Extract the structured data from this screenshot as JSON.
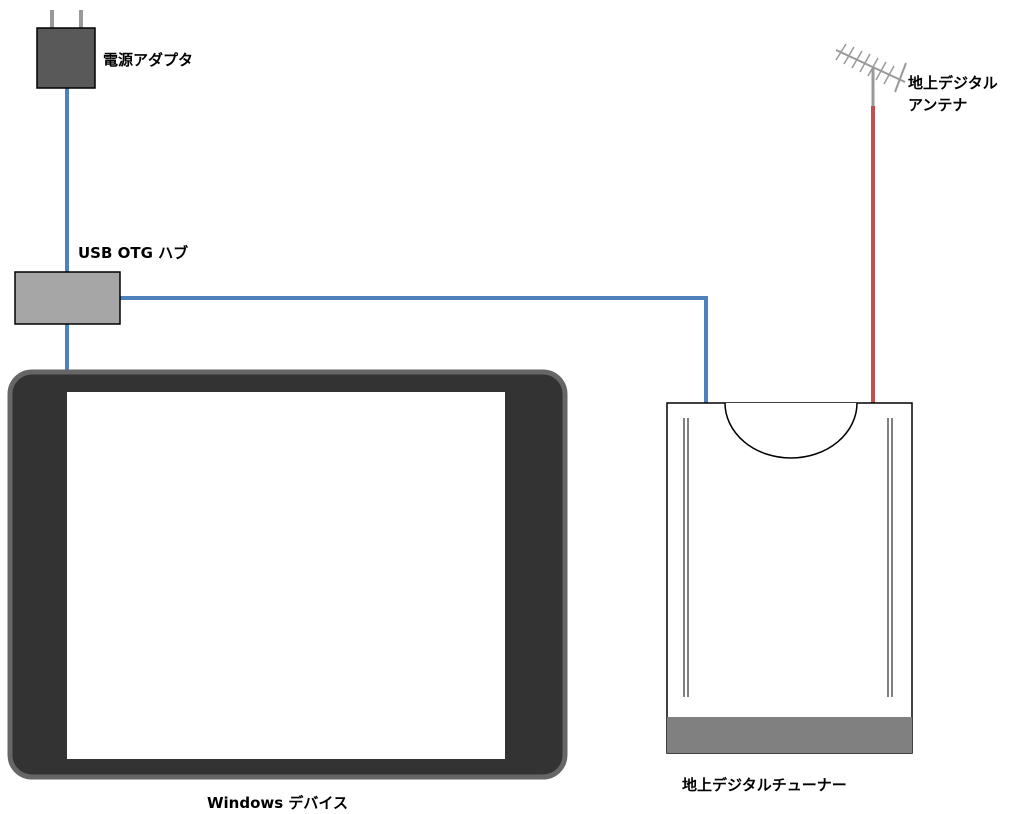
{
  "labels": {
    "power_adapter": "電源アダプタ",
    "usb_otg_hub": "USB OTG ハブ",
    "antenna_line1": "地上デジタル",
    "antenna_line2": "アンテナ",
    "tuner": "地上デジタルチューナー",
    "windows_device": "Windows デバイス"
  },
  "colors": {
    "usb_cable": "#4f81bd",
    "antenna_cable": "#c0504d",
    "device_body": "#333333",
    "device_border": "#666666",
    "hub_fill": "#a6a6a6",
    "adapter_fill": "#595959",
    "tuner_base": "#808080",
    "antenna_metal": "#999999"
  },
  "icons": [
    "power-adapter-icon",
    "usb-hub-icon",
    "antenna-icon",
    "tuner-icon",
    "tablet-icon"
  ]
}
